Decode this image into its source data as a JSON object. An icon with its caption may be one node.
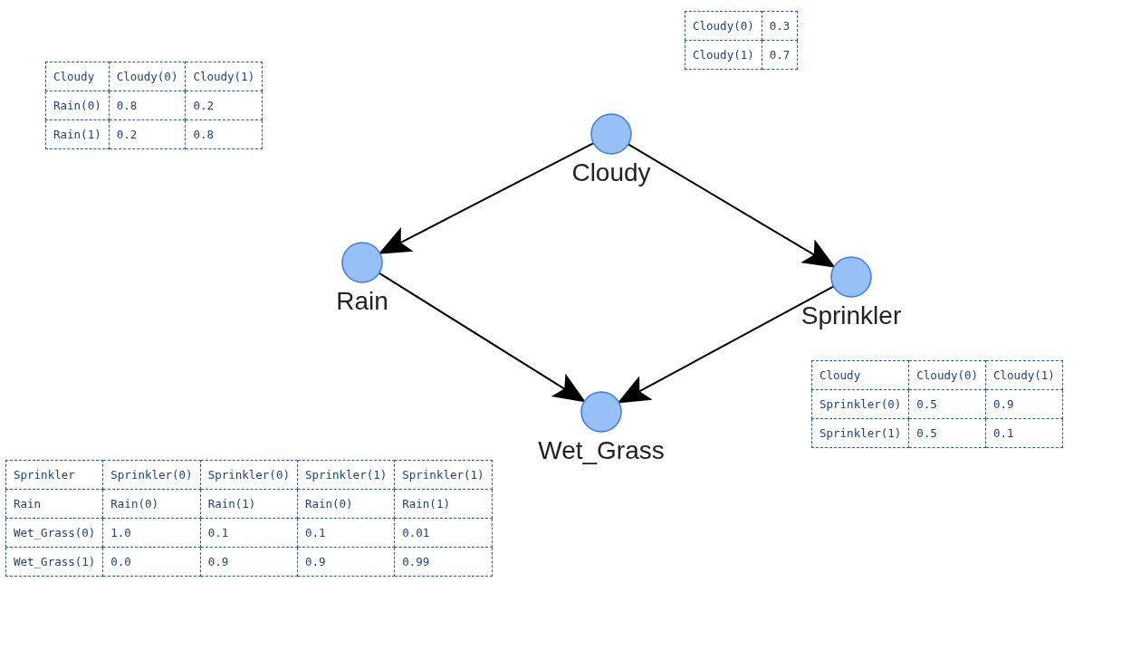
{
  "diagram": {
    "nodes": [
      {
        "text": [
          "Cloudy"
        ]
      },
      {
        "text": [
          "Rain"
        ]
      },
      {
        "text": [
          "Sprinkler"
        ]
      },
      {
        "text": [
          "Wet_Grass"
        ]
      }
    ],
    "edges": [
      {
        "from": 0,
        "to": 1,
        "arrow": "to"
      },
      {
        "from": 0,
        "to": 2,
        "arrow": "to"
      },
      {
        "from": 1,
        "to": 3,
        "arrow": "to"
      },
      {
        "from": 2,
        "to": 3,
        "arrow": "to"
      }
    ],
    "labels": [
      "Cloudy(0)",
      "0.3",
      "Cloudy(1)",
      "0.7",
      "Cloudy",
      "Cloudy(0)",
      "Cloudy(1)",
      "Rain(0)",
      "0.8",
      "0.2",
      "Rain(1)",
      "0.2",
      "0.8",
      "Cloudy",
      "Cloudy(0)",
      "Cloudy(1)",
      "Sprinkler(0)",
      "0.5",
      "0.9",
      "Sprinkler(1)",
      "0.5",
      "0.1",
      "Sprinkler",
      "Sprinkler(0)",
      "Sprinkler(0)",
      "Sprinkler(1)",
      "Sprinkler(1)",
      "Rain",
      "Rain(0)",
      "Rain(1)",
      "Rain(0)",
      "Rain(1)",
      "Wet_Grass(0)",
      "1.0",
      "0.1",
      "0.1",
      "0.01",
      "Wet_Grass(1)",
      "0.0",
      "0.9",
      "0.9",
      "0.99"
    ]
  }
}
